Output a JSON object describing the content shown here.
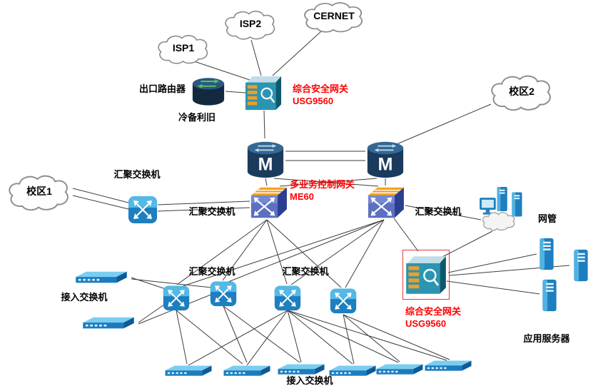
{
  "diagram": {
    "clouds": {
      "isp1": "ISP1",
      "isp2": "ISP2",
      "cernet": "CERNET",
      "campus2": "校区2",
      "campus1": "校区1"
    },
    "devices": {
      "exit_router": "出口路由器",
      "cold_backup": "冷备利旧",
      "security_gateway": {
        "line1": "综合安全网关",
        "line2": "USG9560"
      },
      "service_gateway": {
        "line1": "多业务控制网关",
        "line2": "ME60"
      },
      "aggregation_switch": "汇聚交换机",
      "access_switch": "接入交换机",
      "network_management": "网管",
      "application_server": "应用服务器"
    },
    "colors": {
      "label_red": "#ff0000",
      "label_black": "#000000",
      "device_blue": "#1d7fc0",
      "device_navy": "#1a3b5d",
      "device_orange": "#f5a21f",
      "device_teal": "#2a95b1",
      "line": "#3d3d3d",
      "cloud_border": "#8d8d8d"
    }
  }
}
